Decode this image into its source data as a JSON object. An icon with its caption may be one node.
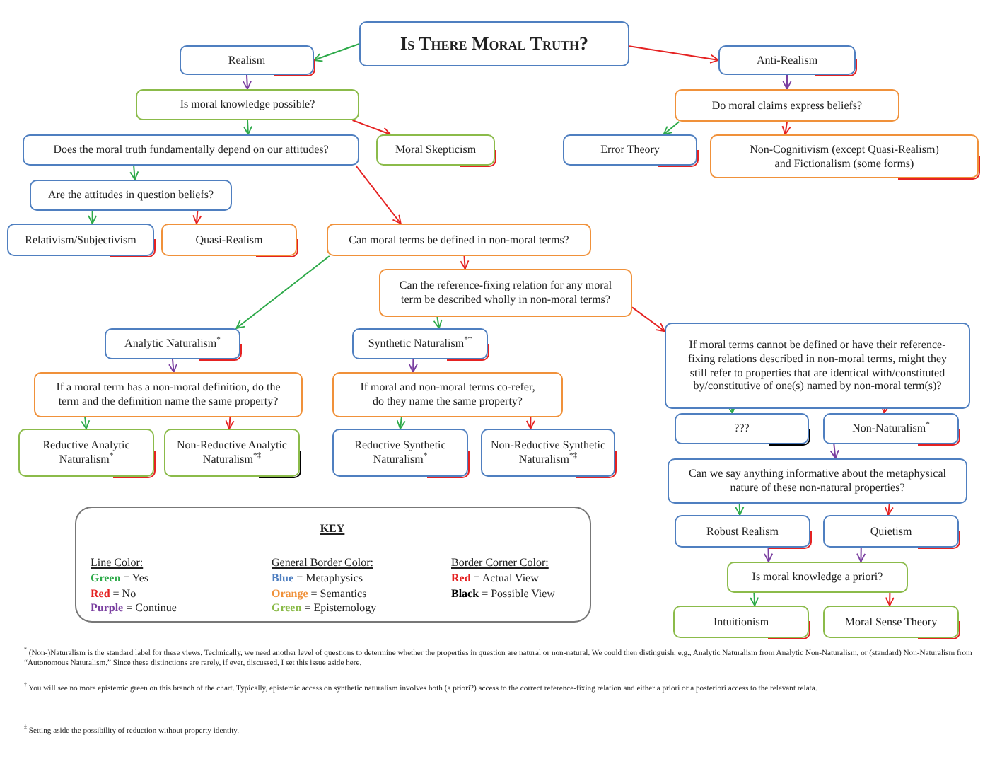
{
  "diagram": {
    "nodes": [
      {
        "text": [
          "Is There Moral Truth?"
        ]
      },
      {
        "text": [
          "Realism"
        ]
      },
      {
        "text": [
          "Anti-Realism"
        ]
      },
      {
        "text": [
          "Is moral knowledge possible?"
        ]
      },
      {
        "text": [
          "Do moral claims express beliefs?"
        ]
      },
      {
        "text": [
          "Does the moral truth fundamentally depend on our attitudes?"
        ]
      },
      {
        "text": [
          "Moral Skepticism"
        ]
      },
      {
        "text": [
          "Error Theory"
        ]
      },
      {
        "text": [
          "Non-Cognitivism (except Quasi-Realism) and Fictionalism (some forms)"
        ]
      },
      {
        "text": [
          "Are the attitudes in question beliefs?"
        ]
      },
      {
        "text": [
          "Relativism/Subjectivism"
        ]
      },
      {
        "text": [
          "Quasi-Realism"
        ]
      },
      {
        "text": [
          "Can moral terms be defined in non-moral terms?"
        ]
      },
      {
        "text": [
          "Can the reference-fixing relation for any moral term be described wholly in non-moral terms?"
        ]
      },
      {
        "text": [
          "Analytic Naturalism$^{*}$"
        ]
      },
      {
        "text": [
          "Synthetic Naturalism$^{*†}$"
        ]
      },
      {
        "text": [
          "If moral terms cannot be defined or have their reference-fixing relations described in non-moral terms, might they still refer to properties that are identical with/constituted by/constitutive of one(s) named by non-moral term(s)?"
        ]
      },
      {
        "text": [
          "If a moral term has a non-moral definition, do the term and the definition name the same property?"
        ]
      },
      {
        "text": [
          "If moral and non-moral terms co-refer, do they name the same property?"
        ]
      },
      {
        "text": [
          "Reductive Analytic Naturalism$^{*}$"
        ]
      },
      {
        "text": [
          "Non-Reductive Analytic Naturalism$^{*‡}$"
        ]
      },
      {
        "text": [
          "Reductive Synthetic Naturalism$^{*}$"
        ]
      },
      {
        "text": [
          "Non-Reductive Synthetic Naturalism$^{*‡}$"
        ]
      },
      {
        "text": [
          "???"
        ]
      },
      {
        "text": [
          "Non-Naturalism$^{*}$"
        ]
      },
      {
        "text": [
          "Can we say anything informative about the metaphysical nature of these non-natural properties?"
        ]
      },
      {
        "text": [
          "Robust Realism"
        ]
      },
      {
        "text": [
          "Quietism"
        ]
      },
      {
        "text": [
          "Is moral knowledge a priori?"
        ]
      },
      {
        "text": [
          "Intuitionism"
        ]
      },
      {
        "text": [
          "Moral Sense Theory"
        ]
      }
    ],
    "edges": [
      {
        "from": 0,
        "to": 1,
        "arrow": "to",
        "color": "#2eaa4a"
      },
      {
        "from": 0,
        "to": 2,
        "arrow": "to",
        "color": "#e52222"
      },
      {
        "from": 1,
        "to": 3,
        "arrow": "to",
        "color": "#7a3fa0"
      },
      {
        "from": 2,
        "to": 4,
        "arrow": "to",
        "color": "#7a3fa0"
      },
      {
        "from": 3,
        "to": 5,
        "arrow": "to",
        "color": "#2eaa4a"
      },
      {
        "from": 3,
        "to": 6,
        "arrow": "to",
        "color": "#e52222"
      },
      {
        "from": 4,
        "to": 7,
        "arrow": "to",
        "color": "#2eaa4a"
      },
      {
        "from": 4,
        "to": 8,
        "arrow": "to",
        "color": "#e52222"
      },
      {
        "from": 5,
        "to": 9,
        "arrow": "to",
        "color": "#2eaa4a"
      },
      {
        "from": 5,
        "to": 12,
        "arrow": "to",
        "color": "#e52222"
      },
      {
        "from": 9,
        "to": 10,
        "arrow": "to",
        "color": "#2eaa4a"
      },
      {
        "from": 9,
        "to": 11,
        "arrow": "to",
        "color": "#e52222"
      },
      {
        "from": 12,
        "to": 14,
        "arrow": "to",
        "color": "#2eaa4a"
      },
      {
        "from": 12,
        "to": 13,
        "arrow": "to",
        "color": "#e52222"
      },
      {
        "from": 13,
        "to": 15,
        "arrow": "to",
        "color": "#2eaa4a"
      },
      {
        "from": 13,
        "to": 16,
        "arrow": "to",
        "color": "#e52222"
      },
      {
        "from": 14,
        "to": 17,
        "arrow": "to",
        "color": "#7a3fa0"
      },
      {
        "from": 15,
        "to": 18,
        "arrow": "to",
        "color": "#7a3fa0"
      },
      {
        "from": 17,
        "to": 19,
        "arrow": "to",
        "color": "#2eaa4a"
      },
      {
        "from": 17,
        "to": 20,
        "arrow": "to",
        "color": "#e52222"
      },
      {
        "from": 18,
        "to": 21,
        "arrow": "to",
        "color": "#2eaa4a"
      },
      {
        "from": 18,
        "to": 22,
        "arrow": "to",
        "color": "#e52222"
      },
      {
        "from": 16,
        "to": 23,
        "arrow": "to",
        "color": "#2eaa4a"
      },
      {
        "from": 16,
        "to": 24,
        "arrow": "to",
        "color": "#e52222"
      },
      {
        "from": 24,
        "to": 25,
        "arrow": "to",
        "color": "#7a3fa0"
      },
      {
        "from": 25,
        "to": 26,
        "arrow": "to",
        "color": "#2eaa4a"
      },
      {
        "from": 25,
        "to": 27,
        "arrow": "to",
        "color": "#e52222"
      },
      {
        "from": 26,
        "to": 28,
        "arrow": "to",
        "color": "#7a3fa0"
      },
      {
        "from": 27,
        "to": 28,
        "arrow": "to",
        "color": "#7a3fa0"
      },
      {
        "from": 28,
        "to": 29,
        "arrow": "to",
        "color": "#2eaa4a"
      },
      {
        "from": 28,
        "to": 30,
        "arrow": "to",
        "color": "#e52222"
      }
    ],
    "labels": [
      "KEY",
      "Line Color:",
      "General Border Color:",
      "Border Corner Color:",
      "$^{*}$ (Non-)Naturalism is the standard label for these views. Technically, we need another level of questions to determine whether the properties in question are natural or non-natural. We could then distinguish, e.g., Analytic Naturalism from Analytic Non-Naturalism, or (standard) Non-Naturalism from “Autonomous Naturalism.” Since these distinctions are rarely, if ever, discussed, I set this issue aside here.",
      "$^{†}$ You will see no more epistemic green on this branch of the chart. Typically, epistemic access on synthetic naturalism involves both (a priori?) access to the correct reference-fixing relation and either a priori or a posteriori access to the relevant relata.",
      "$^{‡}$ Setting aside the possibility of reduction without property identity."
    ],
    "legend": [
      {
        "text": "Green = Yes",
        "color": "#2eaa4a"
      },
      {
        "text": "Red = No",
        "color": "#e52222"
      },
      {
        "text": "Purple = Continue",
        "color": "#7a3fa0"
      },
      {
        "text": "Blue = Metaphysics",
        "color": "#4f7fc0"
      },
      {
        "text": "Orange = Semantics",
        "color": "#f0913a"
      },
      {
        "text": "Green = Epistemology",
        "color": "#8bbb4a"
      },
      {
        "text": "Red = Actual View",
        "color": "#e52222"
      },
      {
        "text": "Black = Possible View",
        "color": "#000000"
      }
    ]
  }
}
